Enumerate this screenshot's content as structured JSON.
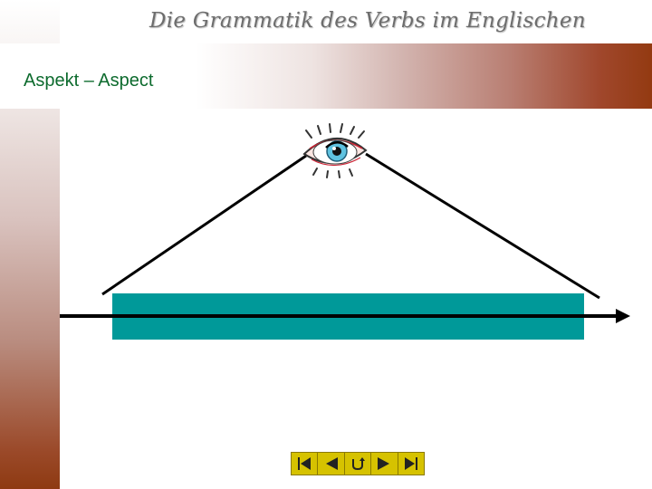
{
  "page": {
    "title": "Die Grammatik des Verbs im Englischen",
    "subtitle": "Aspekt – Aspect"
  },
  "colors": {
    "subtitle_text": "#0d6b2e",
    "bar_fill": "#009999",
    "header_gradient_end": "#933a11",
    "nav_fill": "#d6c200"
  },
  "diagram": {
    "observer_icon": "eye-icon",
    "timeline": "arrow-right",
    "event_bar": "teal-rectangle"
  },
  "navigation": {
    "buttons": [
      {
        "name": "first-slide",
        "icon": "skip-first-icon"
      },
      {
        "name": "previous-slide",
        "icon": "triangle-left-icon"
      },
      {
        "name": "return",
        "icon": "return-arrow-icon"
      },
      {
        "name": "next-slide",
        "icon": "triangle-right-icon"
      },
      {
        "name": "last-slide",
        "icon": "skip-last-icon"
      }
    ]
  }
}
